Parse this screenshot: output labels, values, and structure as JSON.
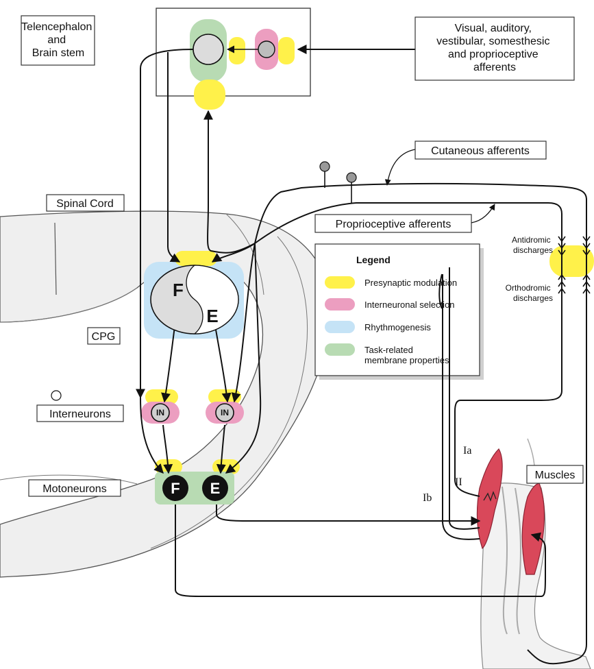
{
  "labels": {
    "telencephalon": [
      "Telencephalon",
      "and",
      "Brain stem"
    ],
    "sensory": [
      "Visual, auditory,",
      "vestibular, somesthesic",
      "and proprioceptive",
      "afferents"
    ],
    "cutaneous": "Cutaneous afferents",
    "spinal_cord": "Spinal Cord",
    "proprioceptive": "Proprioceptive afferents",
    "cpg": "CPG",
    "interneurons": "Interneurons",
    "motoneurons": "Motoneurons",
    "muscles": "Muscles",
    "antidromic": [
      "Antidromic",
      "discharges"
    ],
    "orthodromic": [
      "Orthodromic",
      "discharges"
    ],
    "cpg_flexor": "F",
    "cpg_extensor": "E",
    "interneuron_badge": "IN",
    "motor_flexor": "F",
    "motor_extensor": "E",
    "fiber_ia": "Ia",
    "fiber_ii": "II",
    "fiber_ib": "Ib"
  },
  "legend": {
    "title": "Legend",
    "items": [
      {
        "label": [
          "Presynaptic modulation"
        ],
        "color": "#fff14a"
      },
      {
        "label": [
          "Interneuronal selection"
        ],
        "color": "#ec9ec0"
      },
      {
        "label": [
          "Rhythmogenesis"
        ],
        "color": "#c5e3f6"
      },
      {
        "label": [
          "Task-related",
          "membrane properties"
        ],
        "color": "#b8dbb3"
      }
    ]
  },
  "colors": {
    "presynaptic": "#fff14a",
    "interneuronal": "#ec9ec0",
    "rhythm": "#c5e3f6",
    "membrane": "#b8dbb3",
    "muscle": "#d9485a",
    "cord_fill": "#efefef"
  }
}
